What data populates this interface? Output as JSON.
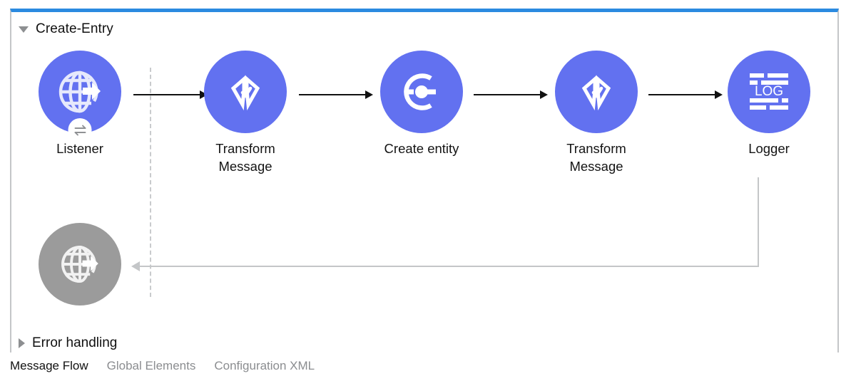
{
  "window": {
    "accent_color": "#2b8ae0",
    "node_color": "#6271f0",
    "disabled_node_color": "#9b9b9b",
    "connector_color": "#111111",
    "return_connector_color": "#c4c6c8"
  },
  "flow": {
    "name": "Create-Entry",
    "expanded": true,
    "disclosure_icon": "triangle-down-icon",
    "nodes": [
      {
        "id": "listener",
        "label": "Listener",
        "icon": "globe-arrow-icon",
        "badge_icon": "bidirectional-arrows-icon",
        "state": "enabled",
        "section": "source"
      },
      {
        "id": "transform-message-1",
        "label": "Transform\nMessage",
        "icon": "dataweave-icon",
        "state": "enabled",
        "section": "process"
      },
      {
        "id": "create-entity",
        "label": "Create entity",
        "icon": "connector-c-icon",
        "state": "enabled",
        "section": "process"
      },
      {
        "id": "transform-message-2",
        "label": "Transform\nMessage",
        "icon": "dataweave-icon",
        "state": "enabled",
        "section": "process"
      },
      {
        "id": "logger",
        "label": "Logger",
        "icon": "log-icon",
        "icon_text": "LOG",
        "state": "enabled",
        "section": "process"
      }
    ],
    "response_node": {
      "id": "listener-response",
      "label": "",
      "icon": "globe-arrow-icon",
      "state": "disabled"
    },
    "connectors": [
      {
        "from": "listener",
        "to": "transform-message-1",
        "style": "solid-arrow"
      },
      {
        "from": "transform-message-1",
        "to": "create-entity",
        "style": "solid-arrow"
      },
      {
        "from": "create-entity",
        "to": "transform-message-2",
        "style": "solid-arrow"
      },
      {
        "from": "transform-message-2",
        "to": "logger",
        "style": "solid-arrow"
      },
      {
        "from": "logger",
        "to": "listener-response",
        "style": "return-arrow"
      }
    ]
  },
  "error_handling": {
    "label": "Error handling",
    "expanded": false,
    "disclosure_icon": "triangle-right-icon"
  },
  "editor_tabs": [
    {
      "label": "Message Flow",
      "active": true
    },
    {
      "label": "Global Elements",
      "active": false
    },
    {
      "label": "Configuration XML",
      "active": false
    }
  ]
}
